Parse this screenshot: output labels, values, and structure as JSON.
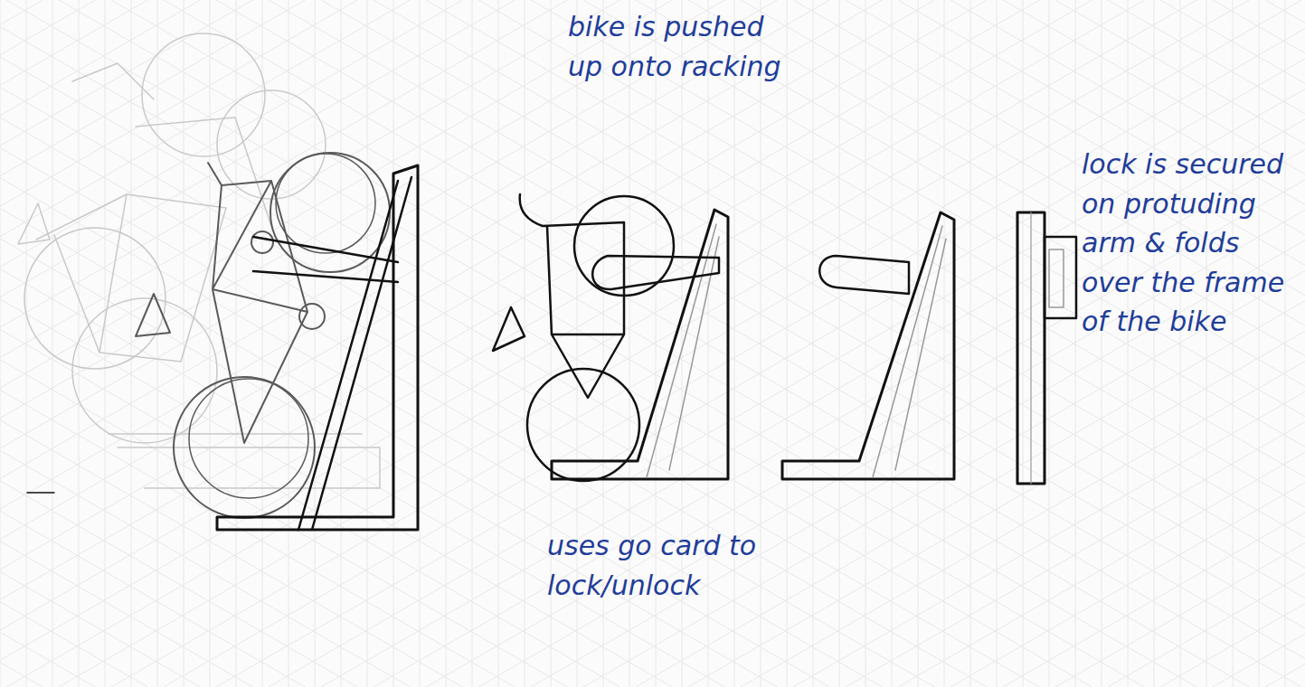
{
  "diagram": {
    "labels": [
      "bike is pushed up onto racking",
      "lock is secured on protuding arm & folds over the frame of the bike",
      "uses go card to lock/unlock"
    ]
  }
}
